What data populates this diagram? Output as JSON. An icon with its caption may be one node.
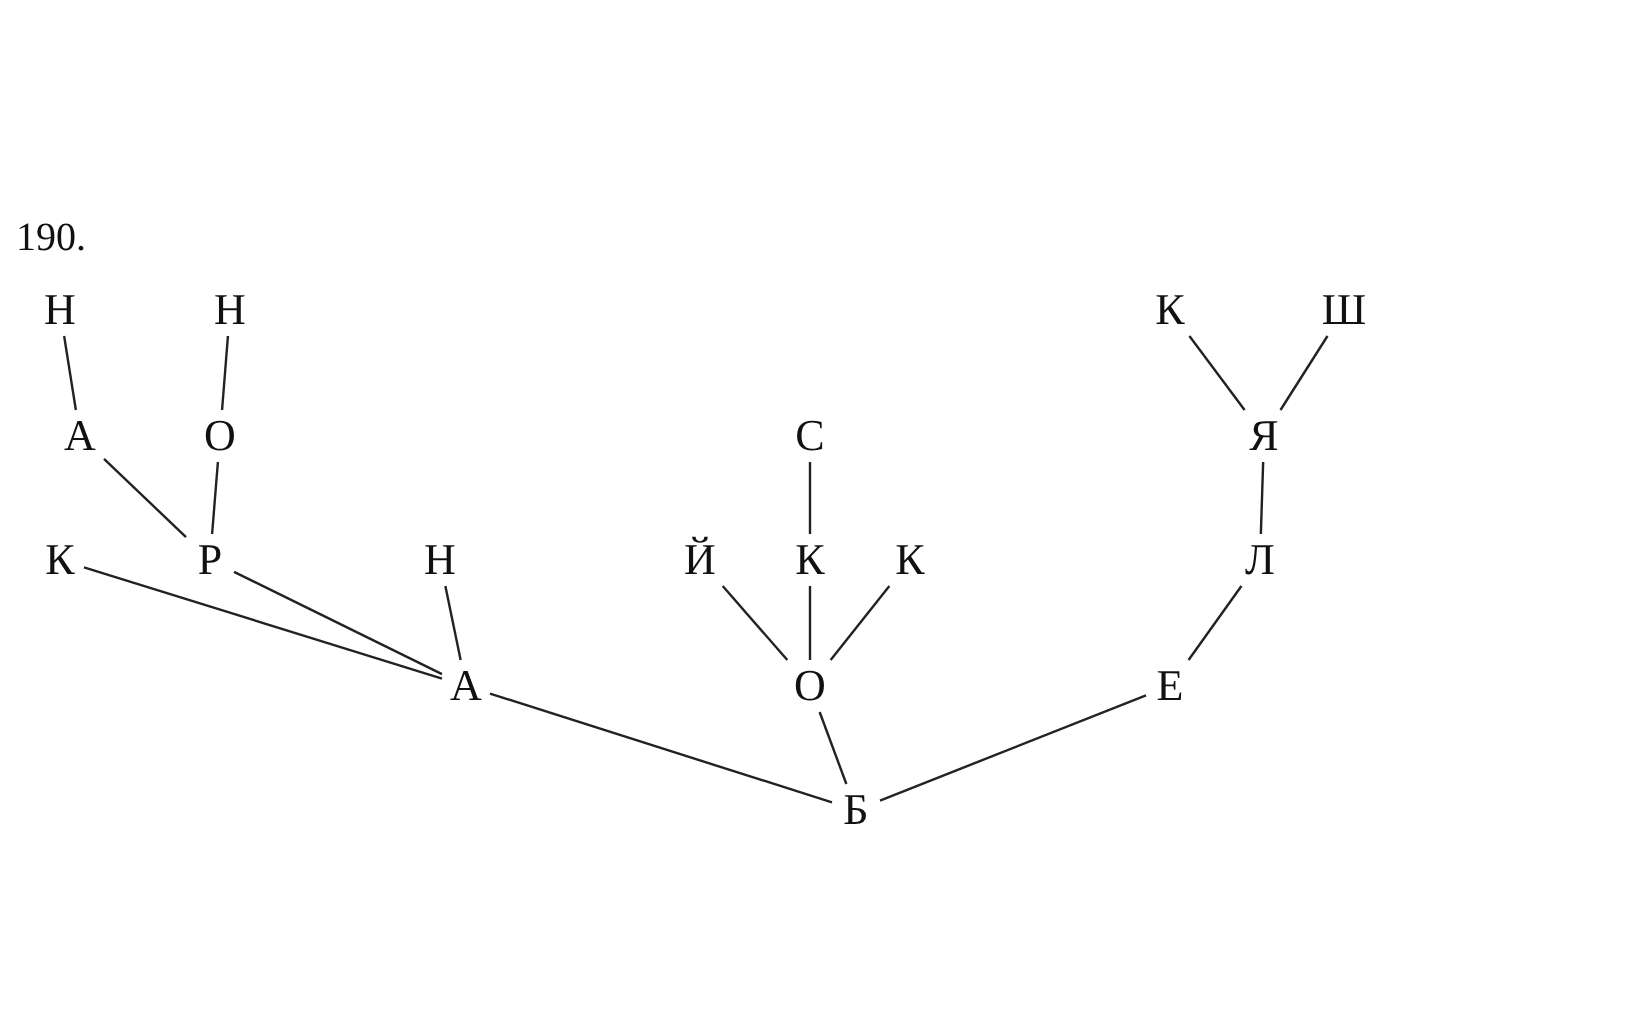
{
  "diagram": {
    "nodes": [
      {
        "text": [
          "Н"
        ]
      },
      {
        "text": [
          "Н"
        ]
      },
      {
        "text": [
          "А"
        ]
      },
      {
        "text": [
          "О"
        ]
      },
      {
        "text": [
          "К"
        ]
      },
      {
        "text": [
          "Р"
        ]
      },
      {
        "text": [
          "Н"
        ]
      },
      {
        "text": [
          "А"
        ]
      },
      {
        "text": [
          "С"
        ]
      },
      {
        "text": [
          "Й"
        ]
      },
      {
        "text": [
          "К"
        ]
      },
      {
        "text": [
          "К"
        ]
      },
      {
        "text": [
          "О"
        ]
      },
      {
        "text": [
          "К"
        ]
      },
      {
        "text": [
          "Ш"
        ]
      },
      {
        "text": [
          "Я"
        ]
      },
      {
        "text": [
          "Л"
        ]
      },
      {
        "text": [
          "Е"
        ]
      },
      {
        "text": [
          "Б"
        ]
      }
    ],
    "edges": [
      {
        "from": 0,
        "to": 2,
        "arrow": "none"
      },
      {
        "from": 1,
        "to": 3,
        "arrow": "none"
      },
      {
        "from": 2,
        "to": 5,
        "arrow": "none"
      },
      {
        "from": 3,
        "to": 5,
        "arrow": "none"
      },
      {
        "from": 4,
        "to": 7,
        "arrow": "none"
      },
      {
        "from": 5,
        "to": 7,
        "arrow": "none"
      },
      {
        "from": 6,
        "to": 7,
        "arrow": "none"
      },
      {
        "from": 7,
        "to": 18,
        "arrow": "none"
      },
      {
        "from": 8,
        "to": 10,
        "arrow": "none"
      },
      {
        "from": 9,
        "to": 12,
        "arrow": "none"
      },
      {
        "from": 10,
        "to": 12,
        "arrow": "none"
      },
      {
        "from": 11,
        "to": 12,
        "arrow": "none"
      },
      {
        "from": 12,
        "to": 18,
        "arrow": "none"
      },
      {
        "from": 13,
        "to": 15,
        "arrow": "none"
      },
      {
        "from": 14,
        "to": 15,
        "arrow": "none"
      },
      {
        "from": 15,
        "to": 16,
        "arrow": "none"
      },
      {
        "from": 16,
        "to": 17,
        "arrow": "none"
      },
      {
        "from": 17,
        "to": 18,
        "arrow": "none"
      }
    ],
    "labels": [
      "190."
    ]
  }
}
